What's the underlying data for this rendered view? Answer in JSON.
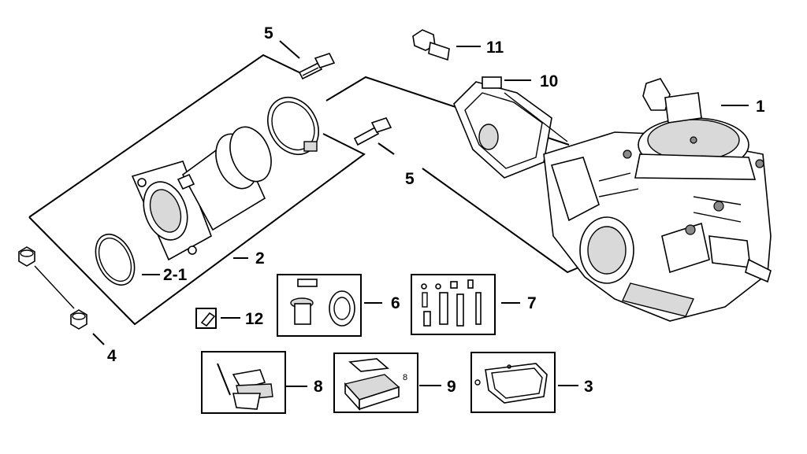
{
  "diagram": {
    "callouts": {
      "c1": "1",
      "c2": "2",
      "c2_1": "2-1",
      "c3": "3",
      "c4": "4",
      "c5a": "5",
      "c5b": "5",
      "c6": "6",
      "c7": "7",
      "c8": "8",
      "c9": "9",
      "c10": "10",
      "c11": "11",
      "c12": "12"
    },
    "small_label": "8"
  }
}
